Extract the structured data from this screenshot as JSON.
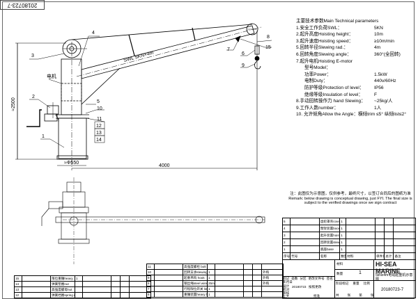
{
  "drawing_no": "20180723-7",
  "parameters": {
    "title": "主要技术参数Main Technical parameters",
    "rows": [
      {
        "label": "1.安全工作负荷SWL：",
        "value": "5KN"
      },
      {
        "label": "2.起升高度Hoisting height：",
        "value": "10m"
      },
      {
        "label": "3.起升速度Hoisting speed：",
        "value": "≥10m/min"
      },
      {
        "label": "5.回转半径Slewing rad.：",
        "value": "4m"
      },
      {
        "label": "6.回转角度Slewing angle：",
        "value": "360°(全回转)"
      },
      {
        "label": "7.起升电机Hoisting E-motor",
        "value": ""
      },
      {
        "label": "型号Model：",
        "value": "",
        "sub": true
      },
      {
        "label": "功率Power：",
        "value": "1.5kW",
        "sub": true
      },
      {
        "label": "电制Duty：",
        "value": "440v/60Hz",
        "sub": true
      },
      {
        "label": "防护等级Protection of level：",
        "value": "IP56",
        "sub": true
      },
      {
        "label": "绝缘等级Insulation of level：",
        "value": "F",
        "sub": true
      },
      {
        "label": "8.手动回转操作力 hand Slewing：",
        "value": "~25kg/人"
      },
      {
        "label": "9.工作人数number：",
        "value": "1人"
      },
      {
        "label": "10. 允许倾角Allow the Angle：横倾trim ≤5°  纵倾list≤2°",
        "value": ""
      }
    ]
  },
  "drawing": {
    "boom_label": "SWL 5KN×4m",
    "dim_height": "≈2500",
    "dim_base": "≈Φ550",
    "dim_radius": "4000",
    "motor_label": "电机",
    "callouts": [
      "1",
      "2",
      "3",
      "4",
      "5",
      "6",
      "7",
      "8",
      "9",
      "10",
      "11",
      "12",
      "13",
      "14",
      "15"
    ]
  },
  "remark": {
    "cn": "注：此图仅为示意图，仅供参考，最终尺寸，以签订合同后的图纸为准",
    "en": "Remark: below drawing is conceptual drawing, just FYI. The final size is subject to the verified drawings once we sign contract"
  },
  "parts_right": [
    {
      "no": "5",
      "name": "齿轮罩壳cover",
      "qty": "1"
    },
    {
      "no": "4",
      "name": "臂架装置boom device",
      "qty": "1"
    },
    {
      "no": "3",
      "name": "起升装置hoisting device",
      "qty": "1"
    },
    {
      "no": "2",
      "name": "回转装置slewing device",
      "qty": "1"
    },
    {
      "no": "1",
      "name": "底座base",
      "qty": "1"
    }
  ],
  "parts_header": [
    "序号",
    "代号",
    "名称",
    "数量",
    "材料",
    "单件重量",
    "总计",
    "备注"
  ],
  "parts_mid": [
    {
      "no": "11",
      "name": "高强度螺栓 bolt",
      "qty": "",
      "note": ""
    },
    {
      "no": "10",
      "name": "回转支承slewing bearing",
      "qty": "1",
      "note": "外购"
    },
    {
      "no": "9",
      "name": "起重吊钩 hook",
      "qty": "1",
      "note": "外购"
    },
    {
      "no": "8",
      "name": "钢丝绳steel wire dia.",
      "qty": "25m",
      "note": "外购"
    },
    {
      "no": "7",
      "name": "行程限位开关 limit",
      "qty": "1",
      "note": ""
    },
    {
      "no": "6",
      "name": "重锤装置heavy hammer",
      "qty": "1",
      "note": ""
    }
  ],
  "parts_left": [
    {
      "no": "15",
      "name": "限位重锤heavy",
      "qty": "1"
    },
    {
      "no": "14",
      "name": "弹簧垫圈nut",
      "qty": ""
    },
    {
      "no": "13",
      "name": "高强度螺母nut",
      "qty": ""
    },
    {
      "no": "12",
      "name": "弹簧挡圈spring ring",
      "qty": ""
    }
  ],
  "title_block": {
    "company": "HI-SEA MARINE",
    "drawing_title": "5kNx4m电动起重机示意图",
    "drawing_no": "20180723-7",
    "material_label": "材料",
    "weight_label": "数量",
    "quantity": "1",
    "rev_headers": [
      "标记",
      "处数",
      "分区",
      "更改文件号",
      "签名",
      "年月日"
    ],
    "rev_value": "20180723",
    "rev_note": "按照更改",
    "roles": [
      "设计",
      "校对",
      "审核",
      "工艺"
    ],
    "stage_headers": [
      "阶段标记",
      "重量",
      "比例"
    ],
    "approve": "批准",
    "sheet": [
      "共",
      "张",
      "第",
      "张"
    ]
  },
  "colors": {
    "line": "#000000",
    "frame": "#666666"
  }
}
